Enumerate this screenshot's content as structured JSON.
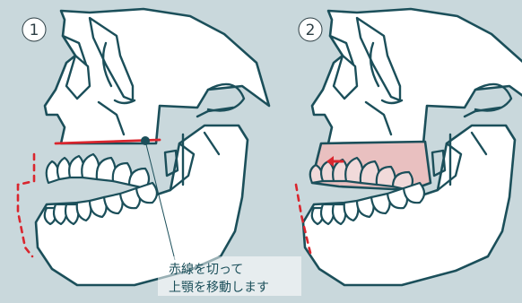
{
  "steps": [
    {
      "number": "1"
    },
    {
      "number": "2"
    }
  ],
  "caption": {
    "line1": "赤線を切って",
    "line2": "上顎を移動します"
  },
  "colors": {
    "background": "#c9d8dc",
    "outline": "#1b4f5a",
    "cut_line": "#d9262e",
    "moved_maxilla_fill": "#e9c0c0"
  },
  "icons": [
    "step-number-circle",
    "left-arrow-icon",
    "pointer-dot-icon"
  ]
}
